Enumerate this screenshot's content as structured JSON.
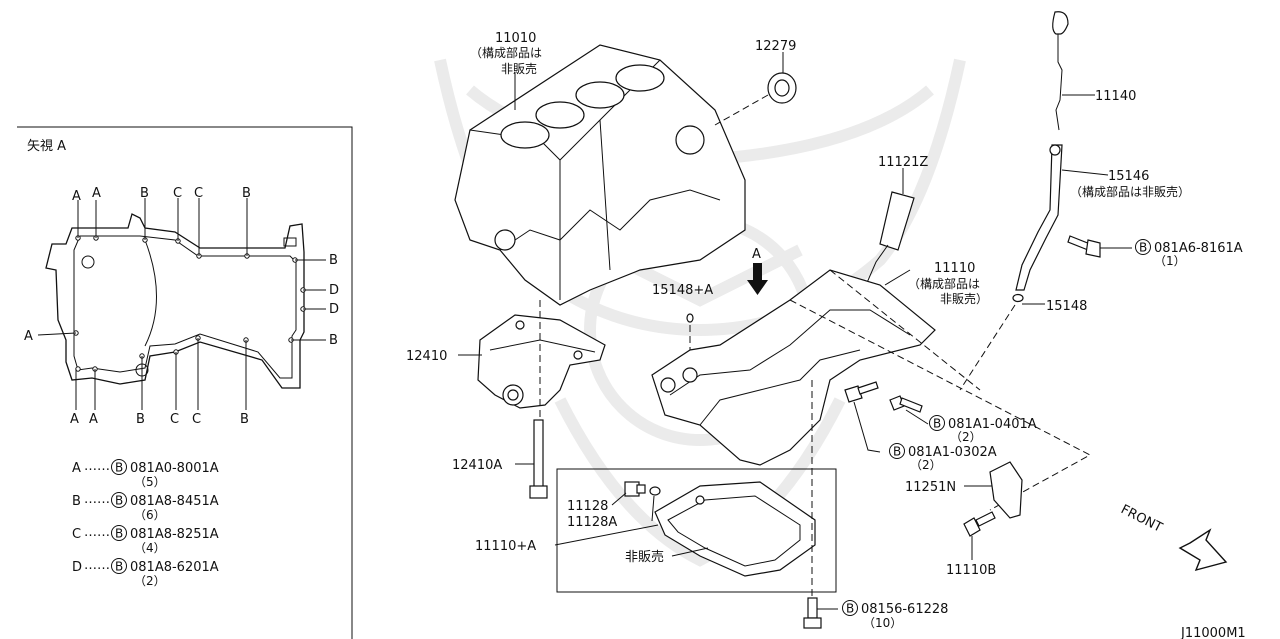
{
  "inset": {
    "title": "矢視 A",
    "top_letters": [
      "A",
      "A",
      "B",
      "C",
      "C",
      "B"
    ],
    "right_letters": [
      "B",
      "D",
      "D",
      "B"
    ],
    "left_letters": [
      "A"
    ],
    "bottom_letters": [
      "A",
      "A",
      "B",
      "C",
      "C",
      "B"
    ],
    "legend": [
      {
        "key": "A",
        "code": "081A0-8001A",
        "qty": "（5）"
      },
      {
        "key": "B",
        "code": "081A8-8451A",
        "qty": "（6）"
      },
      {
        "key": "C",
        "code": "081A8-8251A",
        "qty": "（4）"
      },
      {
        "key": "D",
        "code": "081A8-6201A",
        "qty": "（2）"
      }
    ],
    "dots": "……",
    "bolt_symbol": "B"
  },
  "parts": {
    "p11010": {
      "num": "11010",
      "note1": "（構成部品は",
      "note2": "非販売"
    },
    "p12279": {
      "num": "12279"
    },
    "p11140": {
      "num": "11140"
    },
    "p15146": {
      "num": "15146",
      "note": "（構成部品は非販売）"
    },
    "p081A6": {
      "code": "081A6-8161A",
      "qty": "（1）"
    },
    "p11121Z": {
      "num": "11121Z"
    },
    "arrowA": {
      "letter": "A"
    },
    "p15148A": {
      "num": "15148+A"
    },
    "p11110": {
      "num": "11110",
      "note1": "（構成部品は",
      "note2": "非販売）"
    },
    "p15148": {
      "num": "15148"
    },
    "p12410": {
      "num": "12410"
    },
    "p081A1_0401": {
      "code": "081A1-0401A",
      "qty": "（2）"
    },
    "p081A1_0302": {
      "code": "081A1-0302A",
      "qty": "（2）"
    },
    "p12410A": {
      "num": "12410A"
    },
    "p11251N": {
      "num": "11251N"
    },
    "p11128": {
      "num": "11128"
    },
    "p11128A": {
      "num": "11128A"
    },
    "p11110A": {
      "num": "11110+A"
    },
    "hibaibai": {
      "text": "非販売"
    },
    "p11110B": {
      "num": "11110B"
    },
    "p08156": {
      "code": "08156-61228",
      "qty": "（10）"
    },
    "front": {
      "text": "FRONT"
    },
    "diagram_id": {
      "text": "J11000M1"
    }
  }
}
